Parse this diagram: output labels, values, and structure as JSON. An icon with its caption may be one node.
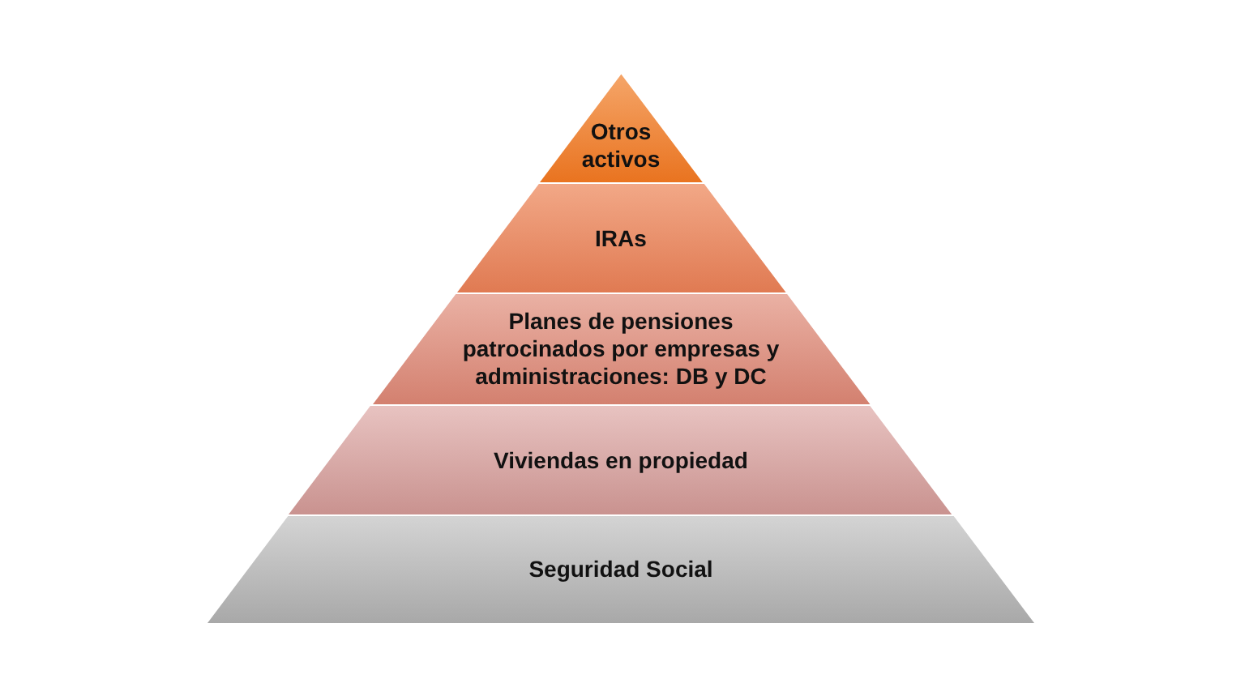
{
  "diagram": {
    "nodes": [
      {
        "text": [
          "Otros activos"
        ]
      },
      {
        "text": [
          "IRAs"
        ]
      },
      {
        "text": [
          "Planes de pensiones patrocinados por empresas y administraciones: DB y DC"
        ]
      },
      {
        "text": [
          "Viviendas en propiedad"
        ]
      },
      {
        "text": [
          "Seguridad Social"
        ]
      }
    ]
  }
}
